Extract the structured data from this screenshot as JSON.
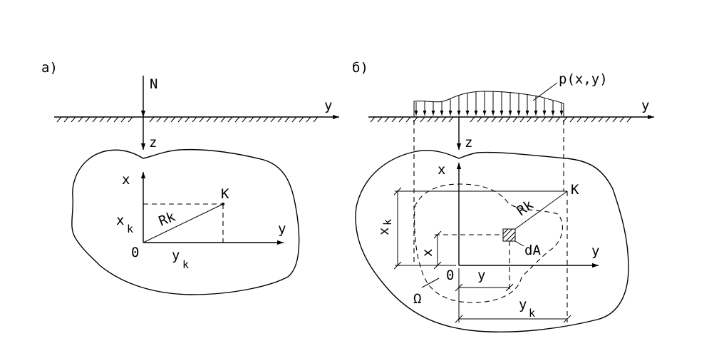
{
  "panel_a": {
    "label": "а)",
    "force": "N",
    "axis_y_surface": "y",
    "axis_z": "z",
    "axis_x": "x",
    "axis_y": "y",
    "point": "K",
    "radius": "Rk",
    "xk": "x",
    "xk_sub": "k",
    "yk": "y",
    "yk_sub": "k",
    "origin": "0"
  },
  "panel_b": {
    "label": "б)",
    "load": "p(x,y)",
    "axis_y_surface": "y",
    "axis_z": "z",
    "axis_x": "x",
    "axis_y": "y",
    "point": "K",
    "radius": "Rk",
    "element": "dA",
    "xk": "x",
    "xk_sub": "k",
    "x": "x",
    "y": "y",
    "yk": "y",
    "yk_sub": "k",
    "origin": "0",
    "region": "Ω"
  }
}
